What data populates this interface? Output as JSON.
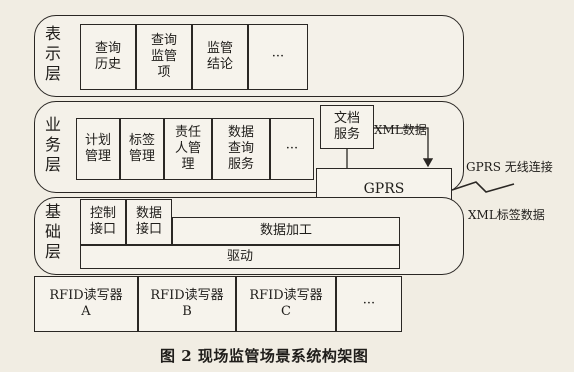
{
  "layers": {
    "presentation": {
      "label": "表\n示\n层",
      "modules": [
        "查询\n历史",
        "查询\n监管\n项",
        "监管\n结论",
        "···"
      ]
    },
    "business": {
      "label": "业\n务\n层",
      "modules": [
        "计划\n管理",
        "标签\n管理",
        "责任\n人管\n理",
        "数据\n查询\n服务",
        "···"
      ],
      "doc_service": "文档\n服务",
      "gprs_box": "GPRS"
    },
    "base": {
      "label": "基\n础\n层",
      "control_interface": "控制\n接口",
      "data_interface": "数据\n接口",
      "data_processing": "数据加工",
      "driver": "驱动"
    }
  },
  "readers": [
    "RFID读写器\nA",
    "RFID读写器\nB",
    "RFID读写器\nC",
    "···"
  ],
  "annotations": {
    "xml_data": "XML数据",
    "gprs_wireless": "GPRS 无线连接",
    "xml_tag_data": "XML标签数据"
  },
  "caption": "图 2  现场监管场景系统构架图"
}
